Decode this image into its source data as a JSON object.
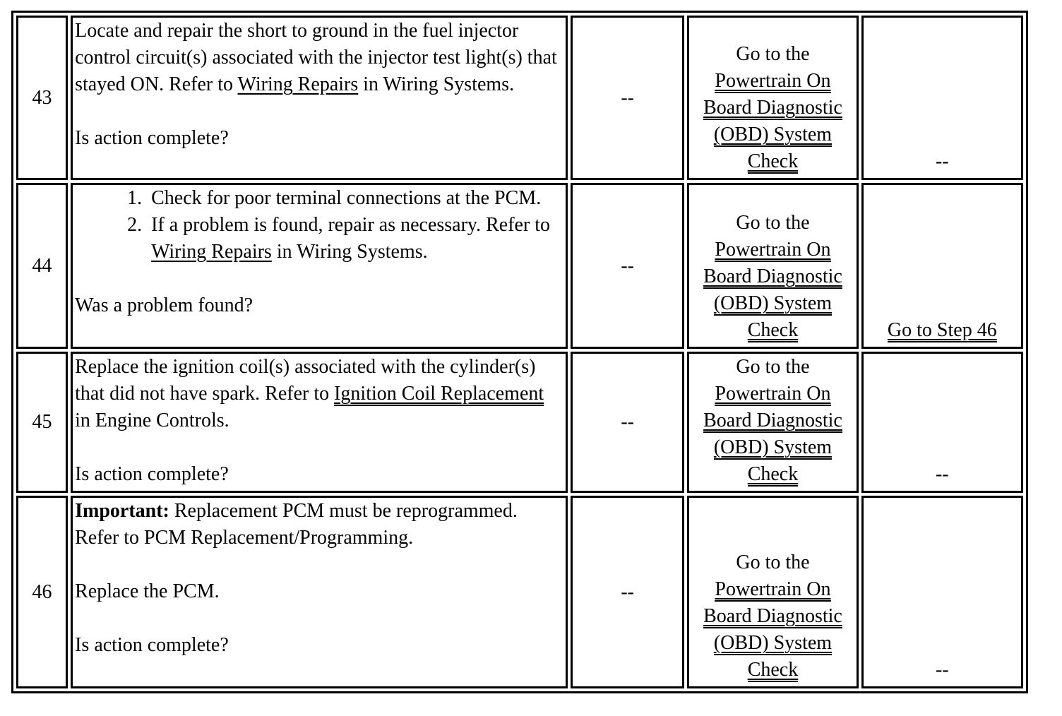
{
  "page": {
    "background_color": "#ffffff",
    "text_color": "#000000",
    "border_color": "#000000",
    "link_color": "#000000"
  },
  "table": {
    "rows": [
      {
        "step": "43",
        "action": {
          "paragraphs": [
            {
              "parts": [
                {
                  "t": "text",
                  "s": "Locate and repair the short to ground in the fuel injector control circuit(s) associated with the injector test light(s) that stayed ON. Refer to "
                },
                {
                  "t": "link",
                  "s": "Wiring Repairs"
                },
                {
                  "t": "text",
                  "s": " in Wiring Systems."
                }
              ]
            }
          ],
          "question": "Is action complete?"
        },
        "value": "--",
        "yes": {
          "prefix": "Go to the",
          "link_lines": [
            "Powertrain On",
            "Board Diagnostic",
            "(OBD) System",
            "Check"
          ]
        },
        "no": {
          "text": "--",
          "is_link": false
        }
      },
      {
        "step": "44",
        "action": {
          "list": [
            {
              "parts": [
                {
                  "t": "text",
                  "s": "Check for poor terminal connections at the PCM."
                }
              ]
            },
            {
              "parts": [
                {
                  "t": "text",
                  "s": "If a problem is found, repair as necessary. Refer to "
                },
                {
                  "t": "link",
                  "s": "Wiring Repairs"
                },
                {
                  "t": "text",
                  "s": " in Wiring Systems."
                }
              ]
            }
          ],
          "paragraphs": [],
          "question": "Was a problem found?"
        },
        "value": "--",
        "yes": {
          "prefix": "Go to the",
          "link_lines": [
            "Powertrain On",
            "Board Diagnostic",
            "(OBD) System",
            "Check"
          ]
        },
        "no": {
          "text": "Go to Step 46",
          "is_link": true
        }
      },
      {
        "step": "45",
        "action": {
          "paragraphs": [
            {
              "parts": [
                {
                  "t": "text",
                  "s": "Replace the ignition coil(s) associated with the cylinder(s) that did not have spark. Refer to "
                },
                {
                  "t": "link",
                  "s": "Ignition Coil Replacement",
                  "double": true
                },
                {
                  "t": "text",
                  "s": " in Engine Controls."
                }
              ]
            }
          ],
          "question": "Is action complete?"
        },
        "value": "--",
        "yes": {
          "prefix": "Go to the",
          "link_lines": [
            "Powertrain On",
            "Board Diagnostic",
            "(OBD) System",
            "Check"
          ]
        },
        "no": {
          "text": "--",
          "is_link": false
        }
      },
      {
        "step": "46",
        "action": {
          "paragraphs": [
            {
              "parts": [
                {
                  "t": "bold",
                  "s": "Important:"
                },
                {
                  "t": "text",
                  "s": " Replacement PCM must be reprogrammed. Refer to PCM Replacement/Programming."
                }
              ]
            },
            {
              "parts": [
                {
                  "t": "text",
                  "s": "Replace the PCM."
                }
              ]
            }
          ],
          "question": "Is action complete?"
        },
        "value": "--",
        "yes": {
          "prefix": "Go to the",
          "link_lines": [
            "Powertrain On",
            "Board Diagnostic",
            "(OBD) System",
            "Check"
          ]
        },
        "no": {
          "text": "--",
          "is_link": false
        }
      }
    ]
  }
}
